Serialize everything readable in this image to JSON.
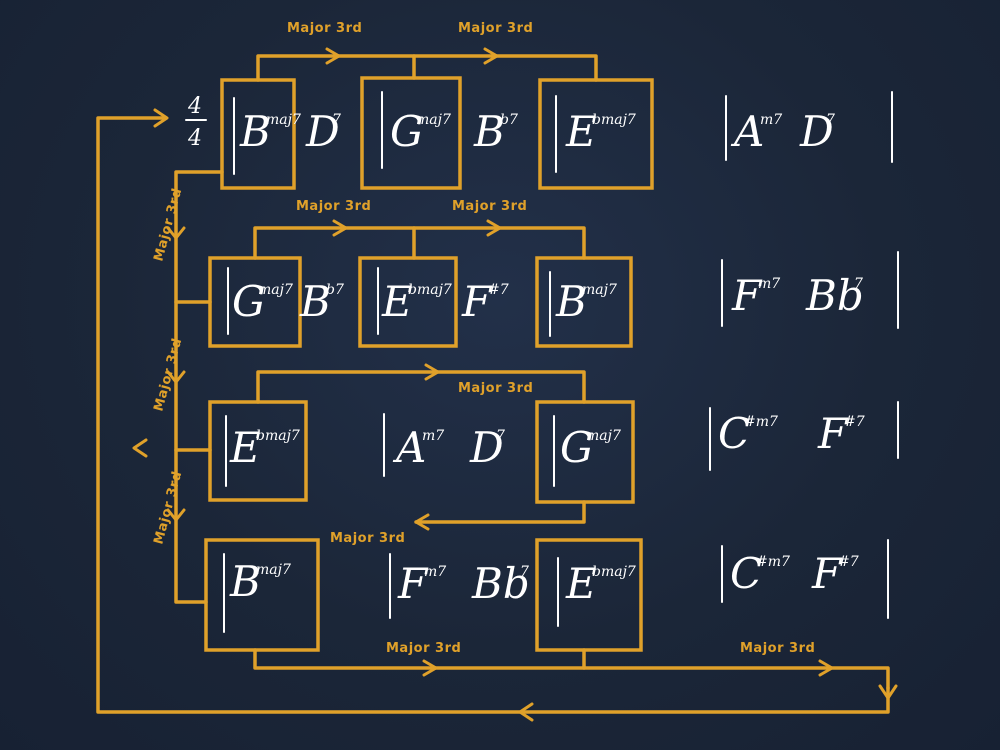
{
  "time_signature": {
    "top": "4",
    "bottom": "4"
  },
  "annotation": "Major 3rd",
  "rows": [
    {
      "chords": [
        {
          "root": "B",
          "quality": "maj7"
        },
        {
          "root": "D",
          "quality": "7"
        },
        {
          "root": "G",
          "quality": "maj7"
        },
        {
          "root": "B",
          "quality": "b7"
        },
        {
          "root": "E",
          "quality": "bmaj7"
        },
        {
          "root": "A",
          "quality": "m7"
        },
        {
          "root": "D",
          "quality": "7"
        }
      ]
    },
    {
      "chords": [
        {
          "root": "G",
          "quality": "maj7"
        },
        {
          "root": "B",
          "quality": "b7"
        },
        {
          "root": "E",
          "quality": "bmaj7"
        },
        {
          "root": "F",
          "quality": "#7"
        },
        {
          "root": "B",
          "quality": "maj7"
        },
        {
          "root": "F",
          "quality": "m7"
        },
        {
          "root": "Bb",
          "quality": "7"
        }
      ]
    },
    {
      "chords": [
        {
          "root": "E",
          "quality": "bmaj7"
        },
        {
          "root": "A",
          "quality": "m7"
        },
        {
          "root": "D",
          "quality": "7"
        },
        {
          "root": "G",
          "quality": "maj7"
        },
        {
          "root": "C",
          "quality": "#m7"
        },
        {
          "root": "F",
          "quality": "#7"
        }
      ]
    },
    {
      "chords": [
        {
          "root": "B",
          "quality": "maj7"
        },
        {
          "root": "F",
          "quality": "m7"
        },
        {
          "root": "Bb",
          "quality": "7"
        },
        {
          "root": "E",
          "quality": "bmaj7"
        },
        {
          "root": "C",
          "quality": "#m7"
        },
        {
          "root": "F",
          "quality": "#7"
        }
      ]
    }
  ],
  "colors": {
    "background": "#1b2638",
    "accent": "#e0a12a",
    "ink": "#ffffff"
  }
}
